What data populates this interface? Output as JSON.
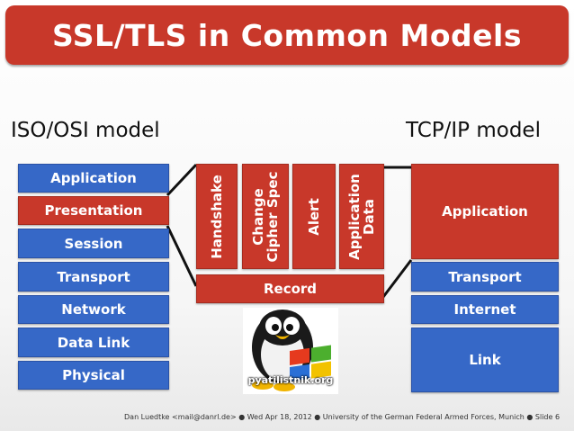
{
  "title": "SSL/TLS in Common Models",
  "iso_heading": "ISO/OSI model",
  "tcp_heading": "TCP/IP model",
  "osi_layers": [
    "Application",
    "Presentation",
    "Session",
    "Transport",
    "Network",
    "Data Link",
    "Physical"
  ],
  "tls_protocols": [
    "Handshake",
    "Change\nCipher Spec",
    "Alert",
    "Application\nData"
  ],
  "record_label": "Record",
  "tcp_layers": [
    "Application",
    "Transport",
    "Internet",
    "Link"
  ],
  "logo_text": "pyatilistnik.org",
  "footer": "Dan Luedtke <mail@danrl.de> ● Wed Apr 18, 2012 ● University of the German Federal Armed Forces, Munich ● Slide 6",
  "colors": {
    "red": "#c8382a",
    "blue": "#3668c7"
  }
}
